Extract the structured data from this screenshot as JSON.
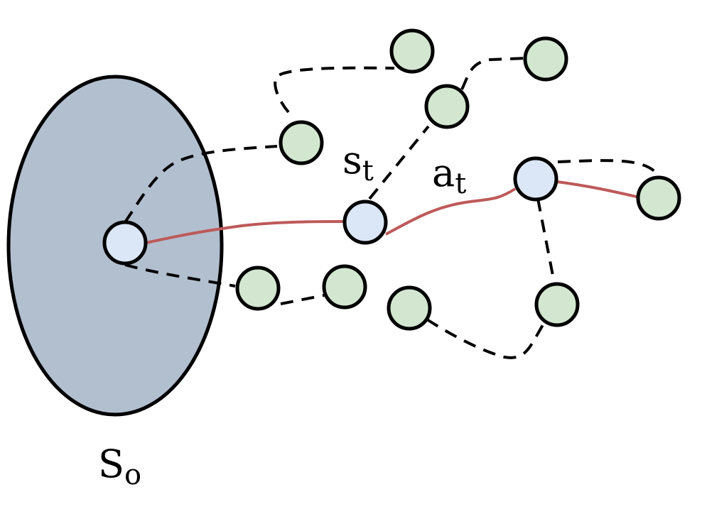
{
  "labels": {
    "start_set": {
      "base": "S",
      "sub": "o"
    },
    "state": {
      "base": "s",
      "sub": "t"
    },
    "action": {
      "base": "a",
      "sub": "t"
    }
  },
  "colors": {
    "start_region": "#b2bfcf",
    "trajectory_node": "#d3e7d0",
    "path_node": "#dbe7f7",
    "stroke": "#000000",
    "solid_path": "#bd5a59"
  },
  "legend": "none"
}
